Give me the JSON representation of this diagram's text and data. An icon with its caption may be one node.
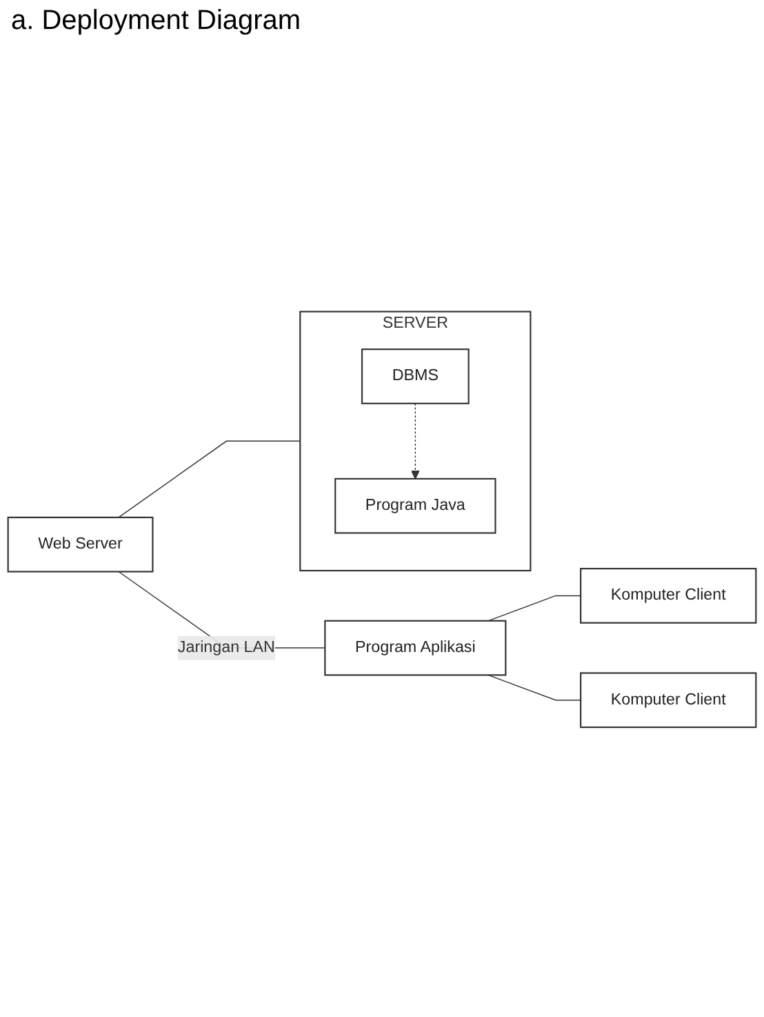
{
  "diagram": {
    "title": "a. Deployment Diagram",
    "nodes": [
      {
        "text": [
          "Program Aplikasi"
        ]
      },
      {
        "text": [
          "Komputer Client"
        ]
      },
      {
        "text": [
          "Komputer Client"
        ]
      },
      {
        "text": [
          "Web Server"
        ]
      },
      {
        "text": [
          "SERVER"
        ]
      },
      {
        "text": [
          "Program Java"
        ],
        "in": 4
      },
      {
        "text": [
          "DBMS"
        ],
        "in": 4
      }
    ],
    "edges": [
      {
        "from": 0,
        "to": 1,
        "arrow": "none"
      },
      {
        "from": 0,
        "to": 2,
        "arrow": "none"
      },
      {
        "from": 3,
        "to": 0,
        "arrow": "none",
        "label": "Jaringan LAN"
      },
      {
        "from": 3,
        "to": 4,
        "arrow": "none"
      },
      {
        "from": 6,
        "to": 5,
        "arrow": "to",
        "style": "dashed"
      }
    ]
  }
}
